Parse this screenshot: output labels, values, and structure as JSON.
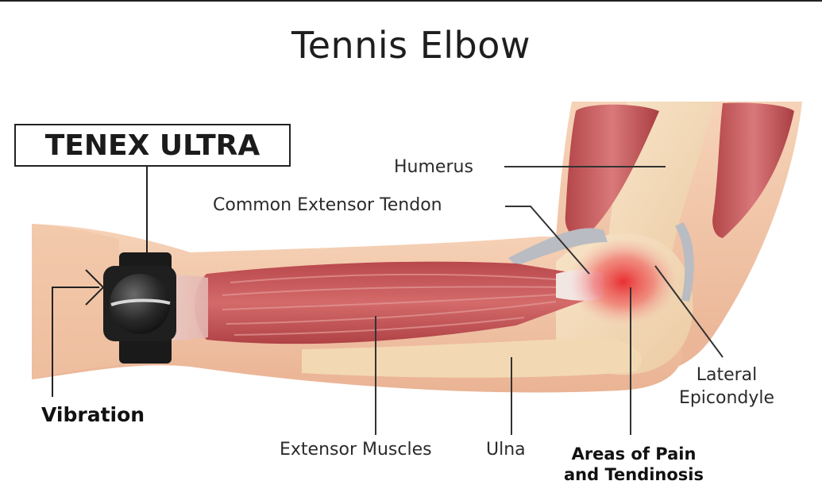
{
  "title": "Tennis Elbow",
  "device_label": "TENEX ULTRA",
  "labels": {
    "humerus": "Humerus",
    "tendon": "Common Extensor Tendon",
    "vibration": "Vibration",
    "lateral_line1": "Lateral",
    "lateral_line2": "Epicondyle",
    "muscles": "Extensor Muscles",
    "ulna": "Ulna",
    "pain_line1": "Areas of Pain",
    "pain_line2": "and Tendinosis"
  },
  "colors": {
    "skin": "#f2c7a8",
    "bone": "#f4dcbc",
    "muscle": "#c9585a",
    "pain": "#e8262c",
    "device": "#1c1c1c"
  }
}
